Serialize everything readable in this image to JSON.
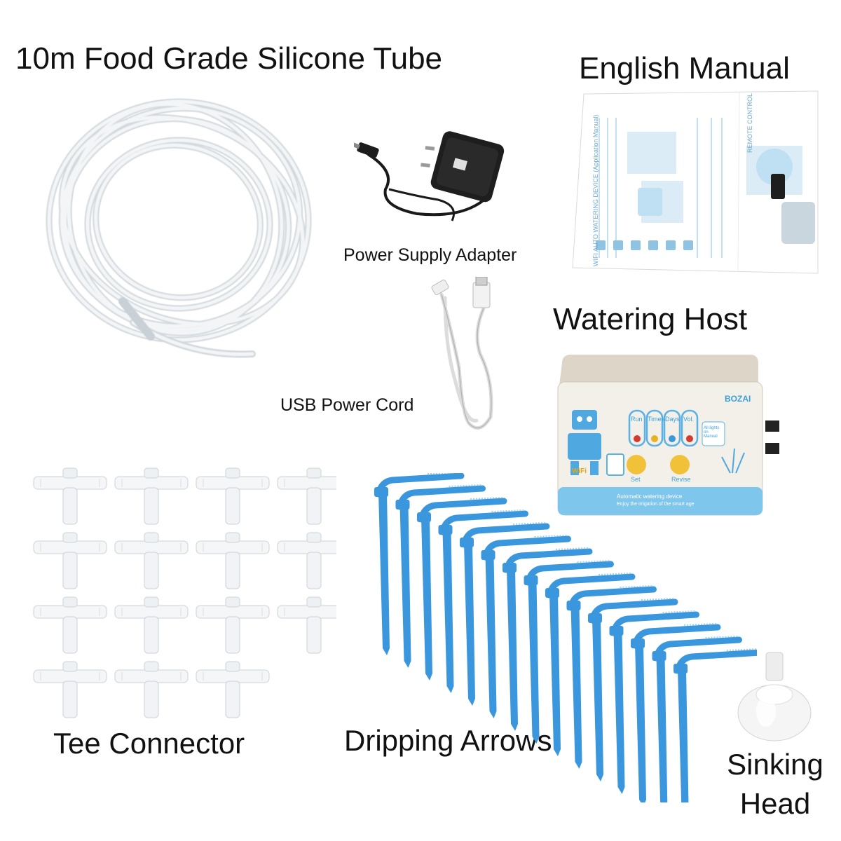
{
  "labels": {
    "tube": "10m Food Grade Silicone Tube",
    "manual": "English Manual",
    "adapter": "Power Supply Adapter",
    "usb": "USB Power Cord",
    "host": "Watering Host",
    "tee": "Tee Connector",
    "arrows": "Dripping Arrows",
    "sinking_line1": "Sinking",
    "sinking_line2": "Head"
  },
  "host_panel": {
    "brand": "BOZAI",
    "wifi": "WiFi",
    "run": "Run",
    "times": "Times",
    "days": "Days",
    "vol": "Vol.",
    "all_lights": "All lights on Manual",
    "set": "Set",
    "revise": "Revise",
    "footer1": "Automatic watering device",
    "footer2": "Enjoy the irrigation of the smart age"
  },
  "manual_doc": {
    "heading": "WIFI AUTO WATERING DEVICE (Application Manual)",
    "remote": "REMOTE CONTROL"
  },
  "colors": {
    "tube": "#e9edf0",
    "arrow_blue": "#3a97dd",
    "host_top": "#d8d2c6",
    "panel_blue": "#3aa9e0"
  }
}
